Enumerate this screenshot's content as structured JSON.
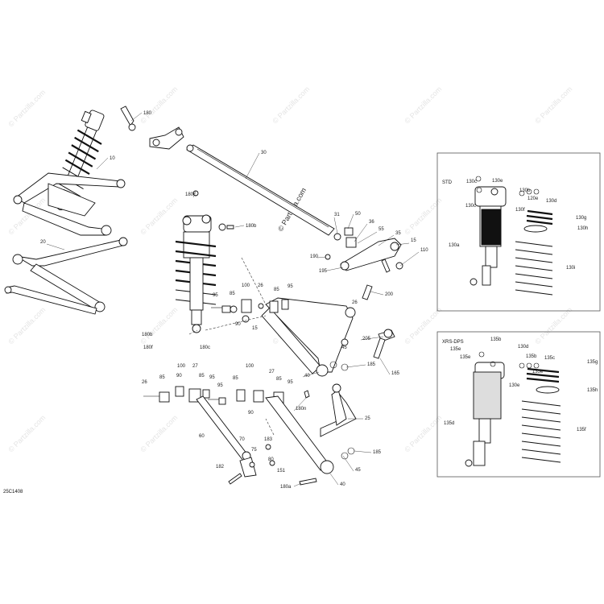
{
  "diagram_code": "25C1408",
  "watermark": {
    "brand": "© Partzilla.com",
    "main": "© Partzilla.com"
  },
  "insets": [
    {
      "title": "STD",
      "labels": [
        "130e",
        "130b",
        "130d",
        "120e",
        "130c",
        "130c",
        "130f",
        "130a",
        "130g",
        "130h",
        "130i"
      ]
    },
    {
      "title": "XRS-DPS",
      "labels": [
        "135e",
        "135b",
        "130d",
        "135e",
        "130e",
        "135b",
        "135c",
        "135d",
        "135e",
        "135g",
        "135h",
        "135f"
      ]
    }
  ],
  "callouts": [
    "180",
    "10",
    "30",
    "180c",
    "180b",
    "50",
    "31",
    "36",
    "55",
    "35",
    "15",
    "110",
    "190",
    "195",
    "20",
    "200",
    "100",
    "26",
    "85",
    "95",
    "95",
    "85",
    "90",
    "15",
    "205",
    "26",
    "180b",
    "180c",
    "45",
    "185",
    "165",
    "40",
    "27",
    "100",
    "95",
    "85",
    "85",
    "90",
    "26",
    "100",
    "27",
    "85",
    "95",
    "95",
    "85",
    "90",
    "60",
    "70",
    "183",
    "75",
    "80",
    "151",
    "182",
    "25",
    "180n",
    "185",
    "45",
    "180a",
    "40",
    "180f"
  ]
}
